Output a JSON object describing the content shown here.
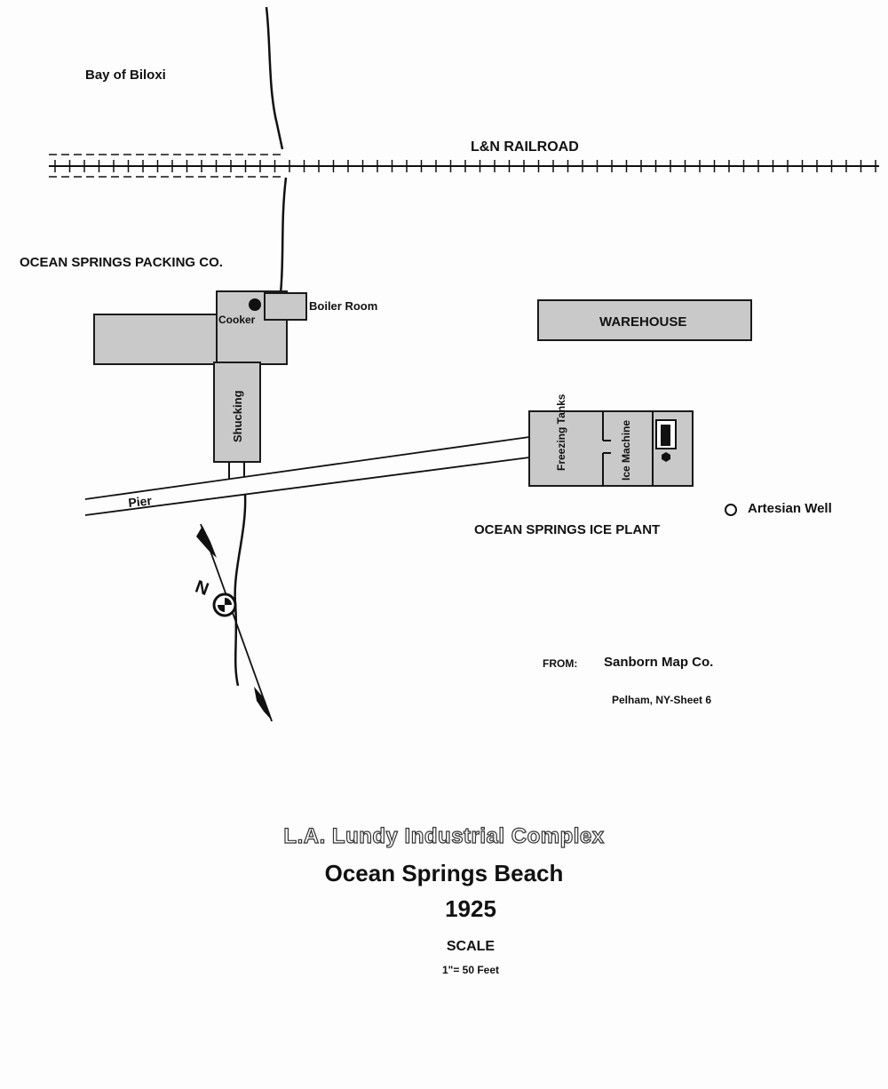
{
  "labels": {
    "bay": "Bay of Biloxi",
    "railroad": "L&N RAILROAD",
    "packing_co": "OCEAN SPRINGS PACKING CO.",
    "cooker": "Cooker",
    "boiler_room": "Boiler Room",
    "shucking": "Shucking",
    "warehouse": "WAREHOUSE",
    "freezing_tanks": "Freezing Tanks",
    "ice_machine": "Ice Machine",
    "artesian_well": "Artesian Well",
    "ice_plant": "OCEAN SPRINGS ICE PLANT",
    "pier": "Pier",
    "north": "N"
  },
  "source": {
    "from_label": "FROM:",
    "company": "Sanborn Map Co.",
    "sheet": "Pelham, NY-Sheet 6"
  },
  "title": {
    "line1": "L.A. Lundy Industrial Complex",
    "line2": "Ocean Springs Beach",
    "year": "1925",
    "scale_label": "SCALE",
    "scale_value": "1\"= 50 Feet"
  },
  "colors": {
    "building_fill": "#c9c9c9",
    "ink": "#111111"
  }
}
